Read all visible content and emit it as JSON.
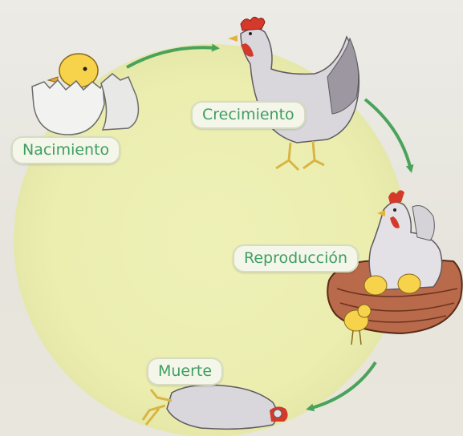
{
  "diagram": {
    "stages": [
      {
        "id": "nacimiento",
        "label": "Nacimiento"
      },
      {
        "id": "crecimiento",
        "label": "Crecimiento"
      },
      {
        "id": "reproduccion",
        "label": "Reproducción"
      },
      {
        "id": "muerte",
        "label": "Muerte"
      }
    ]
  },
  "colors": {
    "circle_fill": "#eef0b0",
    "arrow": "#4aa35a",
    "label_text": "#3f9e62",
    "label_bg": "#f4f6ea"
  },
  "icons": [
    "hatching-egg-chick-icon",
    "hen-icon",
    "hen-on-nest-with-chicks-icon",
    "dead-hen-icon"
  ]
}
